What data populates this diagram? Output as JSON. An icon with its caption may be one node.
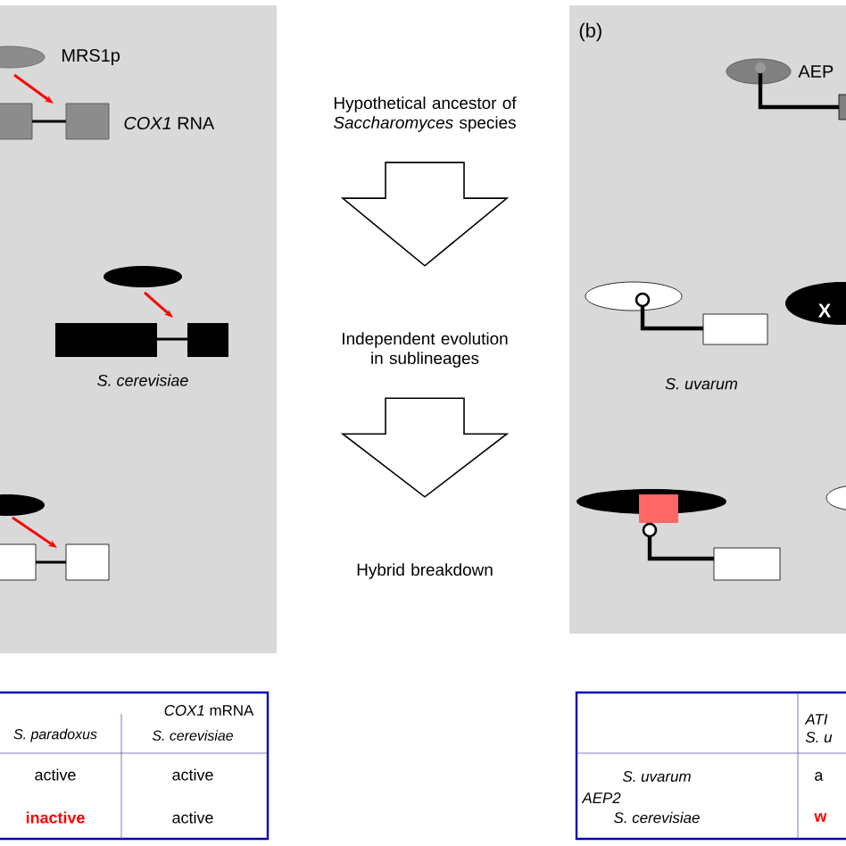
{
  "diagram": {
    "nodes": [
      {
        "text": [
          "Hypothetical ancestor of *Saccharomyces* species"
        ]
      },
      {
        "text": [
          "Independent evolution in sublineages"
        ]
      },
      {
        "text": [
          "Hybrid breakdown"
        ]
      }
    ],
    "edges": [
      {
        "from": 0,
        "to": 1,
        "arrow": "to"
      },
      {
        "from": 1,
        "to": 2,
        "arrow": "to"
      }
    ],
    "labels": [
      "MRS1p",
      "*COX1* RNA",
      "(b)",
      "AEP",
      "S. cerevisiae",
      "S. uvarum",
      "X",
      "*COX1* mRNA",
      "ATI",
      "S. u",
      "S. paradoxus",
      "S. cerevisiae",
      "active",
      "active",
      "AEP2",
      "S. uvarum",
      "a",
      "inactive",
      "active",
      "S. cerevisiae",
      "w"
    ]
  }
}
